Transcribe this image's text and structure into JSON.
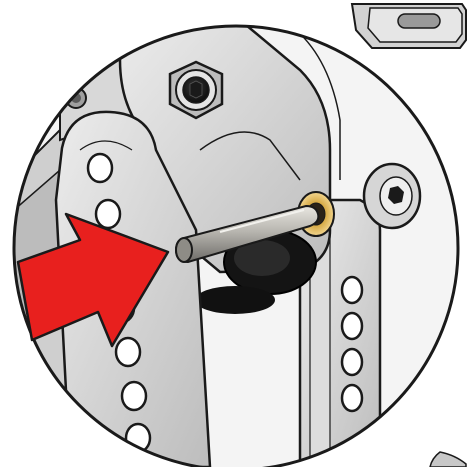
{
  "illustration": {
    "kind": "mechanical-assembly-detail-callout",
    "subject": "pin-insertion-into-pivot-link",
    "view": "circular-zoom-detail",
    "arrow_color": "#e8201e",
    "pin_color": "#b8b6b0",
    "bushing_color": "#c79a3a",
    "link_color": "#d4d4d4",
    "background_color": "#ffffff",
    "outline_color": "#1a1a1a"
  }
}
